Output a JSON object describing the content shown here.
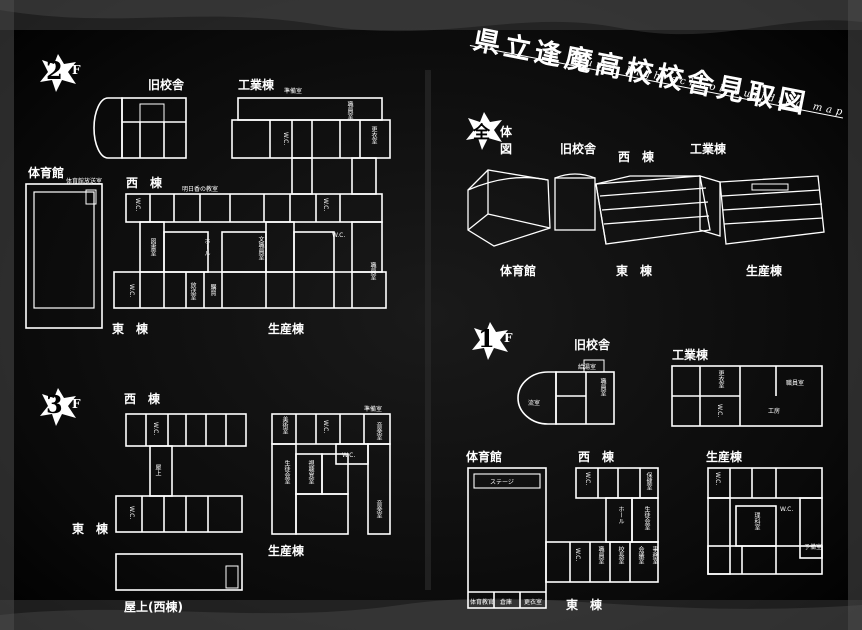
{
  "title": "県立逢魔高校校舎見取図",
  "subtitle": "Ouma high school building map",
  "floors": {
    "f2": {
      "num": "2",
      "suffix": "F"
    },
    "f3": {
      "num": "3",
      "suffix": "F"
    },
    "f1": {
      "num": "1",
      "suffix": "F"
    },
    "zentai": {
      "mark": "全",
      "label": "体図"
    }
  },
  "buildings": {
    "kyu": "旧校舎",
    "kogyo": "工業棟",
    "nishi": "西　棟",
    "higashi": "東　棟",
    "seisan": "生産棟",
    "taiikukan": "体育館",
    "okujo": "屋上(西棟)"
  },
  "rooms": {
    "junbi": "準備室",
    "shokuin": "職員室",
    "kouishitsu": "更衣室",
    "wc": "W.C.",
    "taiiku_housou": "体育館放送室",
    "meiou_kyoushitsu": "明日香の教室",
    "toshoshitsu": "図書室",
    "hall": "ホール",
    "bunka": "文職員室",
    "housoushitsu": "放送室",
    "kouzai": "購買",
    "shokuin_v": "職員室",
    "bijutsu": "美術室",
    "ongaku": "音楽室",
    "seito": "生徒会室",
    "shiyou": "視聴覚室",
    "ongaku2": "音楽室",
    "okujo": "屋上",
    "kyushoku": "給湯室",
    "ryu": "流室",
    "kosho": "工房",
    "stage": "ステージ",
    "seitokai": "生徒会室",
    "hokendo": "保健室",
    "rika": "理科室",
    "kouchou": "校長室",
    "kaigi": "会議室",
    "jimu": "事務室",
    "taiikukan_room": "体育教官",
    "kura": "倉庫",
    "kouishitsu2": "更衣室",
    "yobi": "予備室"
  },
  "colors": {
    "line": "#ffffff",
    "bg": "#0b0b0b"
  }
}
